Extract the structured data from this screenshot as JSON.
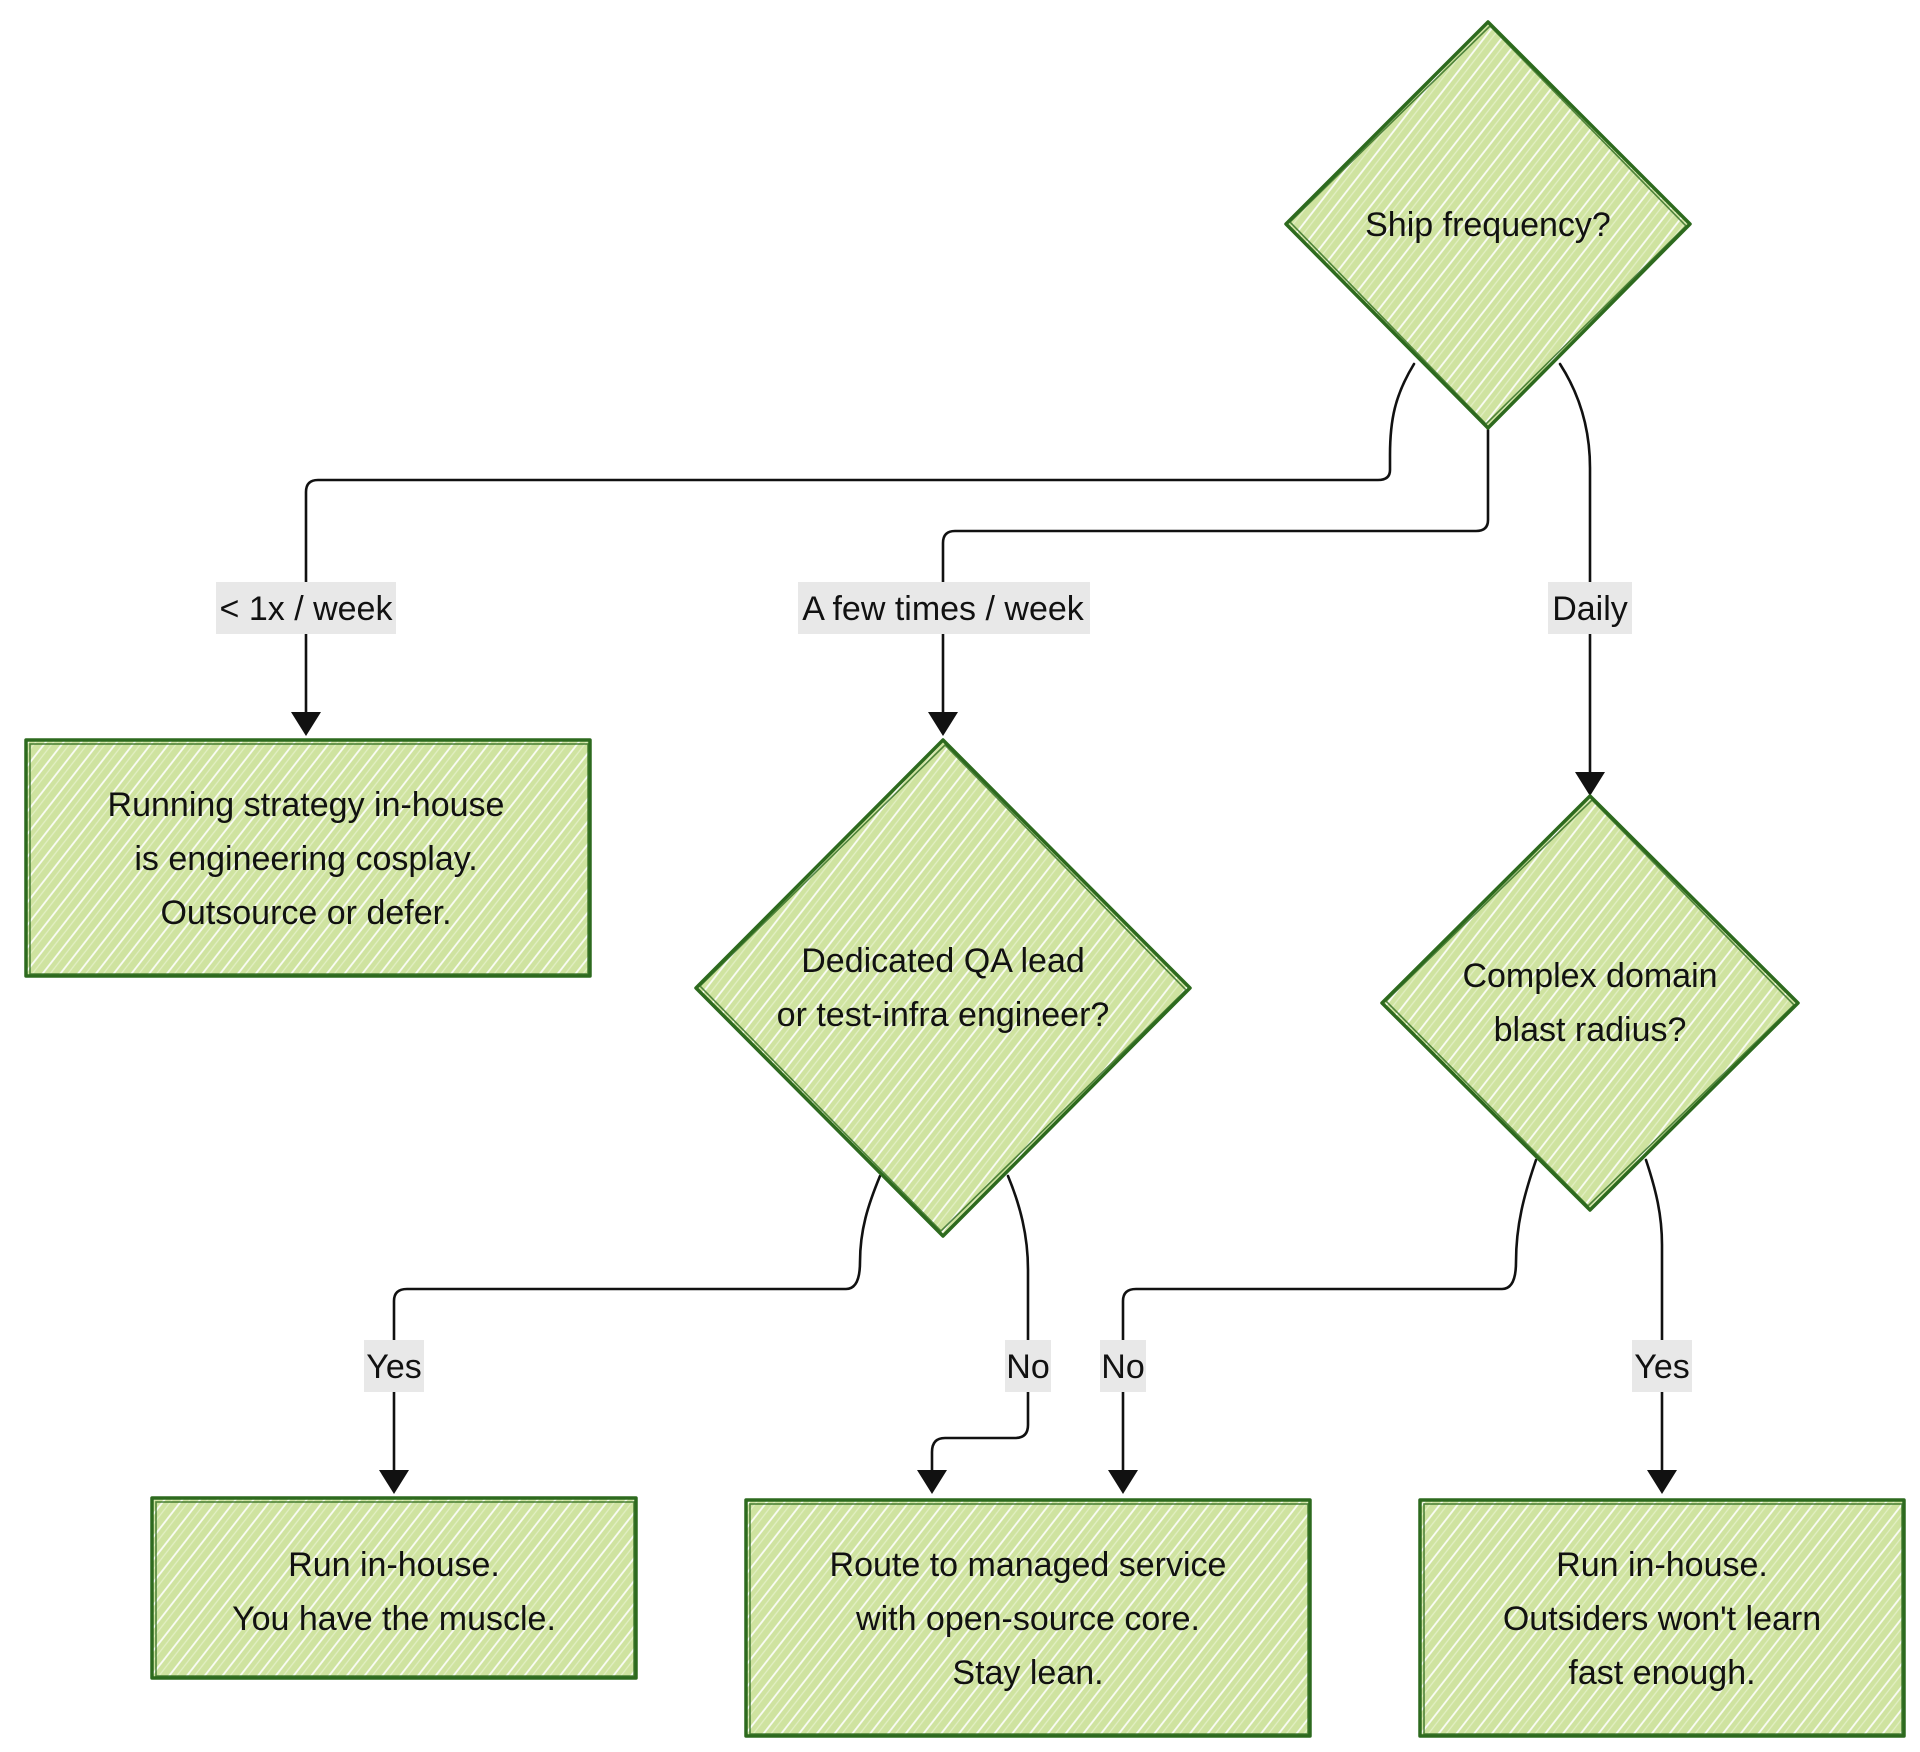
{
  "diagram": {
    "type": "flowchart",
    "colors": {
      "node_fill": "#cfe3a0",
      "node_stroke": "#2d6a1e",
      "edge": "#111111",
      "label_background": "#e8e8e8"
    },
    "nodes": {
      "ship_frequency": {
        "shape": "diamond",
        "lines": [
          "Ship frequency?"
        ]
      },
      "outsource": {
        "shape": "rectangle",
        "lines": [
          "Running strategy in-house",
          "is engineering cosplay.",
          "Outsource or defer."
        ]
      },
      "qa_lead": {
        "shape": "diamond",
        "lines": [
          "Dedicated QA lead",
          "or test-infra engineer?"
        ]
      },
      "complex_domain": {
        "shape": "diamond",
        "lines": [
          "Complex domain",
          "blast radius?"
        ]
      },
      "run_muscle": {
        "shape": "rectangle",
        "lines": [
          "Run in-house.",
          "You have the muscle."
        ]
      },
      "managed_service": {
        "shape": "rectangle",
        "lines": [
          "Route to managed service",
          "with open-source core.",
          "Stay lean."
        ]
      },
      "run_outsiders": {
        "shape": "rectangle",
        "lines": [
          "Run in-house.",
          "Outsiders won't learn",
          "fast enough."
        ]
      }
    },
    "edges": {
      "weekly_less": {
        "from": "ship_frequency",
        "to": "outsource",
        "label": "< 1x / week"
      },
      "few_times": {
        "from": "ship_frequency",
        "to": "qa_lead",
        "label": "A few times / week"
      },
      "daily": {
        "from": "ship_frequency",
        "to": "complex_domain",
        "label": "Daily"
      },
      "qa_yes": {
        "from": "qa_lead",
        "to": "run_muscle",
        "label": "Yes"
      },
      "qa_no": {
        "from": "qa_lead",
        "to": "managed_service",
        "label": "No"
      },
      "domain_no": {
        "from": "complex_domain",
        "to": "managed_service",
        "label": "No"
      },
      "domain_yes": {
        "from": "complex_domain",
        "to": "run_outsiders",
        "label": "Yes"
      }
    }
  }
}
